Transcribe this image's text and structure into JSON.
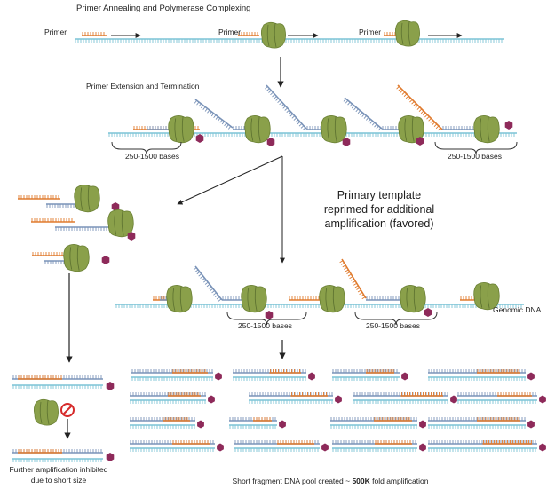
{
  "titles": {
    "step1": "Primer Annealing and Polymerase Complexing",
    "step2": "Primer Extension and Termination"
  },
  "primer_label": "Primer",
  "bases_label": "250-1500 bases",
  "genomic_label": "Genomic DNA",
  "primary_template": [
    "Primary template",
    "reprimed for additional",
    "amplification (favored)"
  ],
  "inhibited": [
    "Further amplification inhibited",
    "due to short size"
  ],
  "pool": {
    "prefix": "Short fragment DNA pool created ~ ",
    "bold": "500K",
    "suffix": " fold amplification"
  },
  "colors": {
    "template_strand": "#7cc4d6",
    "new_strand": "#7a93b8",
    "primer": "#e07b2e",
    "polymerase": "#8aa04a",
    "terminator": "#8e2a5a",
    "arrow": "#222222",
    "inhibit_sign": "#d62b2b"
  },
  "icons": {
    "polymerase": "polymerase-icon",
    "terminator": "terminator-hexagon-icon",
    "inhibit": "no-entry-icon"
  }
}
